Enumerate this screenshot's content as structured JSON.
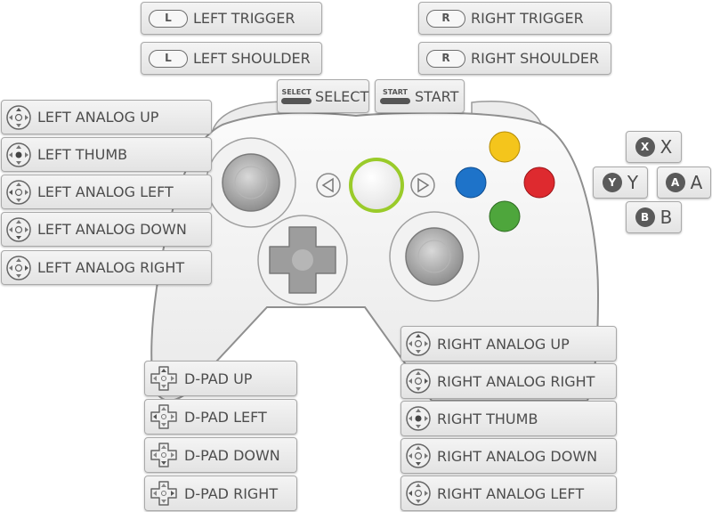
{
  "triggers": {
    "left_trigger": {
      "tag": "L",
      "label": "LEFT TRIGGER"
    },
    "left_shoulder": {
      "tag": "L",
      "label": "LEFT SHOULDER"
    },
    "right_trigger": {
      "tag": "R",
      "label": "RIGHT TRIGGER"
    },
    "right_shoulder": {
      "tag": "R",
      "label": "RIGHT SHOULDER"
    }
  },
  "center": {
    "select": {
      "tag": "SELECT",
      "label": "SELECT"
    },
    "start": {
      "tag": "START",
      "label": "START"
    }
  },
  "left_stick": {
    "up": "LEFT ANALOG UP",
    "thumb": "LEFT THUMB",
    "left": "LEFT ANALOG LEFT",
    "down": "LEFT ANALOG DOWN",
    "right": "LEFT ANALOG RIGHT"
  },
  "dpad": {
    "up": "D-PAD UP",
    "left": "D-PAD LEFT",
    "down": "D-PAD DOWN",
    "right": "D-PAD RIGHT"
  },
  "right_stick": {
    "up": "RIGHT ANALOG UP",
    "right": "RIGHT ANALOG RIGHT",
    "thumb": "RIGHT THUMB",
    "down": "RIGHT ANALOG DOWN",
    "left": "RIGHT ANALOG LEFT"
  },
  "face_buttons": {
    "x": {
      "badge": "X",
      "label": "X"
    },
    "y": {
      "badge": "Y",
      "label": "Y"
    },
    "a": {
      "badge": "A",
      "label": "A"
    },
    "b": {
      "badge": "B",
      "label": "B"
    }
  },
  "colors": {
    "button_y": "#f4c51c",
    "button_x": "#1e73c9",
    "button_b": "#de2a2f",
    "button_a": "#4ea63c",
    "guide_ring": "#9acb2a"
  },
  "icons": {
    "stick_icon": "analog-stick-icon",
    "dpad_icon": "dpad-icon"
  }
}
